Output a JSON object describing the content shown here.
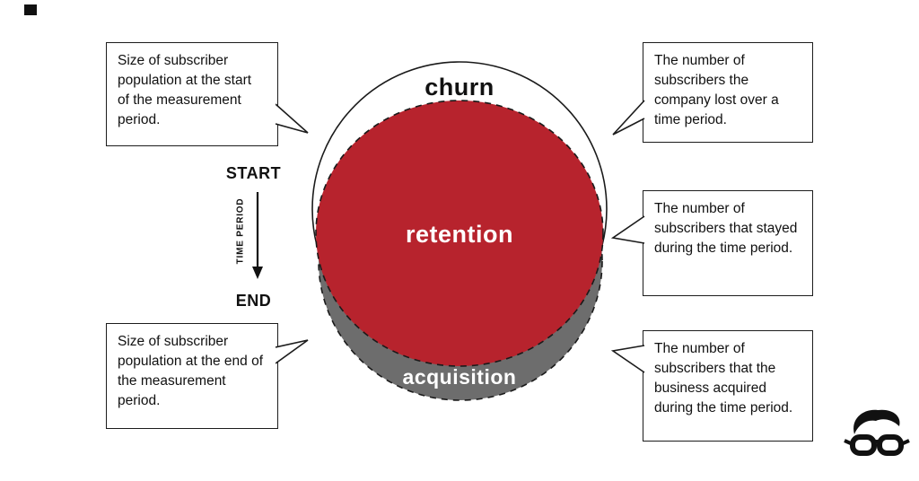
{
  "diagram": {
    "colors": {
      "retention": "#b7232d",
      "acquisition": "#6d6d6d",
      "outline": "#1a1a1a"
    },
    "circles": {
      "churn": {
        "label": "churn"
      },
      "retention": {
        "label": "retention"
      },
      "acquisition": {
        "label": "acquisition"
      }
    },
    "timeline": {
      "start": "START",
      "end": "END",
      "axis": "TIME PERIOD"
    },
    "callouts": {
      "left_top": "Size of subscriber population at the start of the measurement period.",
      "left_bottom": "Size of subscriber population at the end of the measurement period.",
      "right_top": "The number of subscribers the company lost over a time period.",
      "right_middle": "The number of subscribers that stayed during the time period.",
      "right_bottom": "The number of subscribers that the business acquired during the time period."
    }
  }
}
